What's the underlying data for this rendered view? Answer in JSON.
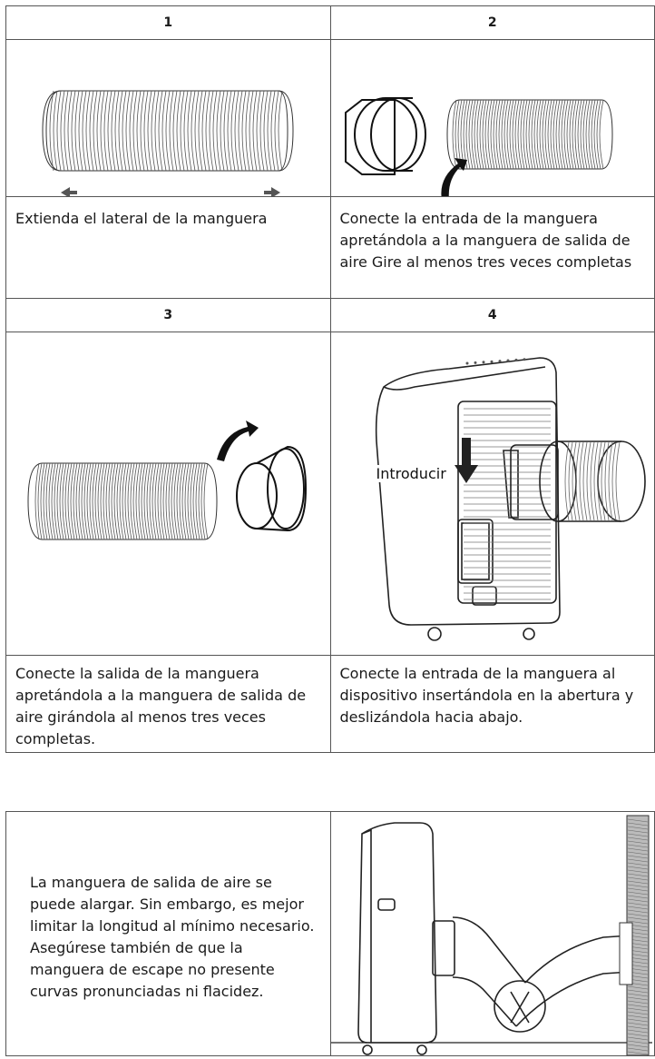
{
  "steps": [
    {
      "number": "1",
      "text": "Extienda el lateral de la manguera"
    },
    {
      "number": "2",
      "text": "Conecte la entrada de la manguera apretándola a la manguera de salida de aire Gire al menos tres veces completas"
    },
    {
      "number": "3",
      "text": "Conecte la salida de la manguera apretándola a la manguera de salida de aire girándola al menos tres veces completas."
    },
    {
      "number": "4",
      "text": "Conecte la entrada de la manguera al dispositivo insertándola en la abertura y deslizándola hacia abajo.",
      "label": "Introducir"
    }
  ],
  "note": {
    "text": "La manguera de salida de aire se puede alargar. Sin embargo, es mejor limitar la longitud al mínimo necesario. Asegúrese también de que la manguera de escape no presente curvas pronunciadas ni flacidez."
  }
}
